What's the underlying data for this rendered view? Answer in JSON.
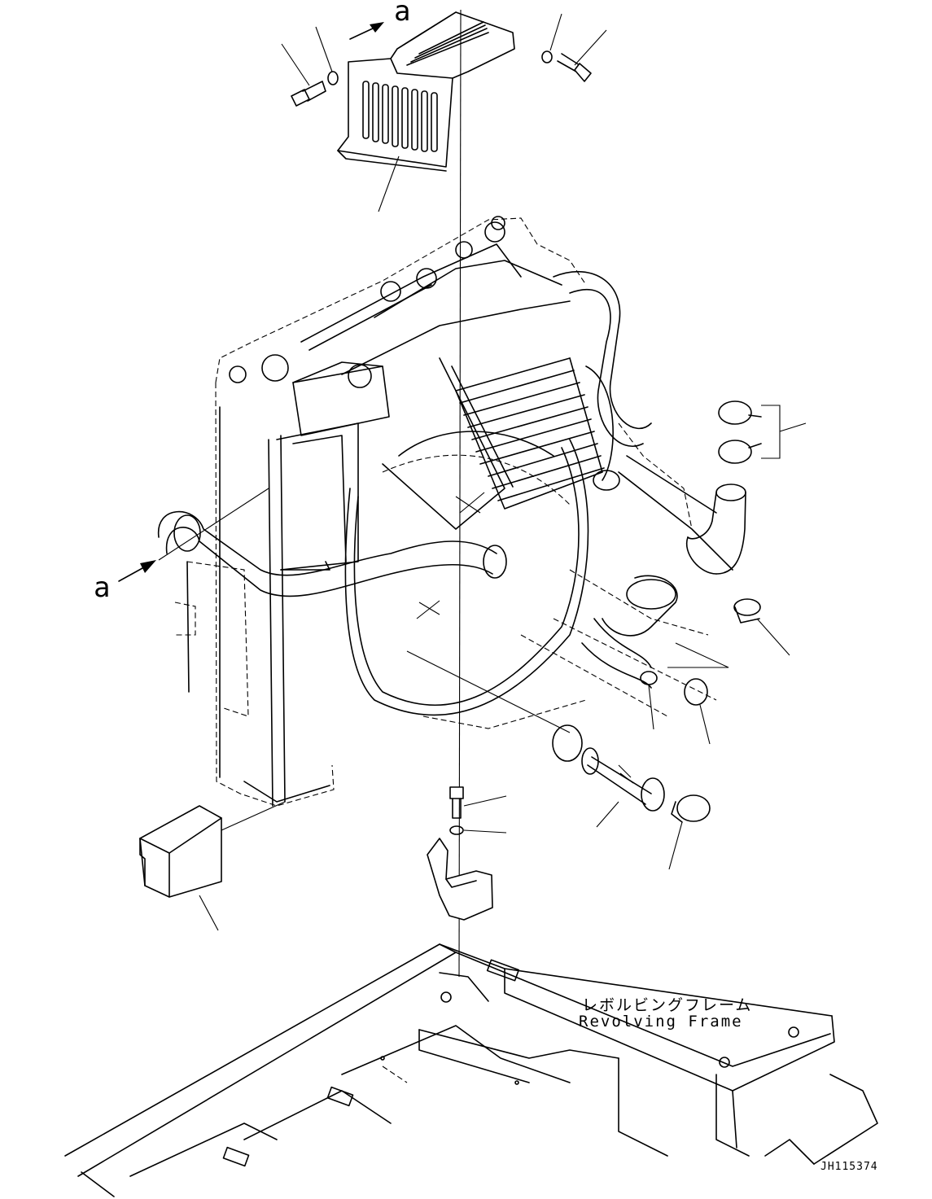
{
  "view_labels": {
    "top": "a",
    "left": "a"
  },
  "frame_label": {
    "jp": "レボルビングフレーム",
    "en": "Revolving Frame"
  },
  "drawing_code": "JH115374",
  "colors": {
    "line": "#000000",
    "background": "#ffffff"
  }
}
